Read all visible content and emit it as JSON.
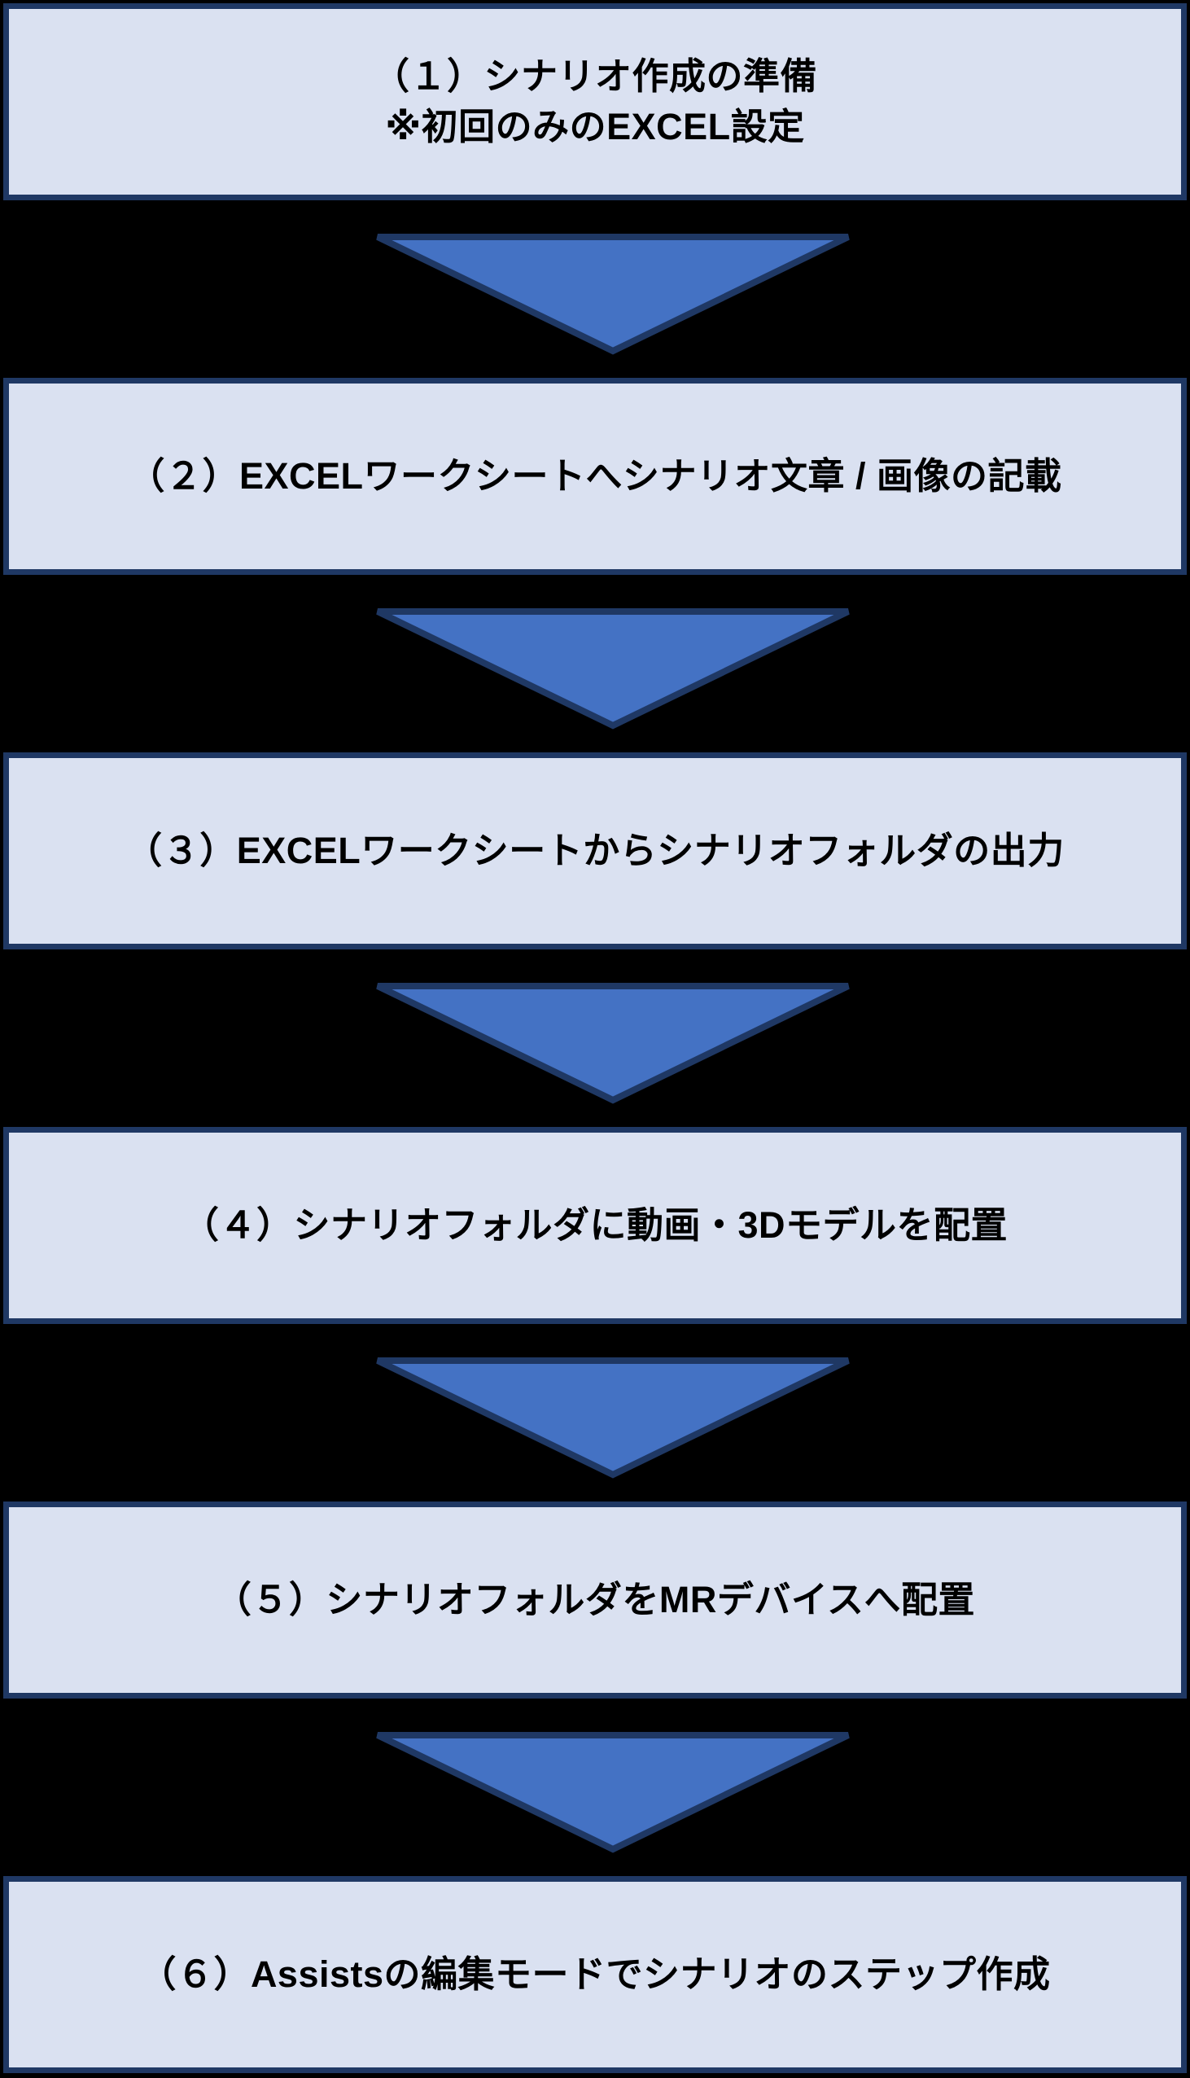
{
  "flow": {
    "title": "scenario-creation-flowchart",
    "colors": {
      "background": "#000000",
      "box_fill": "#dae1f1",
      "box_border": "#1f3864",
      "arrow_fill": "#4472c4",
      "arrow_border": "#1f3864",
      "text": "#000000"
    },
    "steps": [
      {
        "id": 1,
        "lines": [
          "（１）シナリオ作成の準備",
          "※初回のみのEXCEL設定"
        ]
      },
      {
        "id": 2,
        "lines": [
          "（２）EXCELワークシートへシナリオ文章 / 画像の記載"
        ]
      },
      {
        "id": 3,
        "lines": [
          "（３）EXCELワークシートからシナリオフォルダの出力"
        ]
      },
      {
        "id": 4,
        "lines": [
          "（４）シナリオフォルダに動画・3Dモデルを配置"
        ]
      },
      {
        "id": 5,
        "lines": [
          "（５）シナリオフォルダをMRデバイスへ配置"
        ]
      },
      {
        "id": 6,
        "lines": [
          "（６）Assistsの編集モードでシナリオのステップ作成"
        ]
      }
    ]
  }
}
